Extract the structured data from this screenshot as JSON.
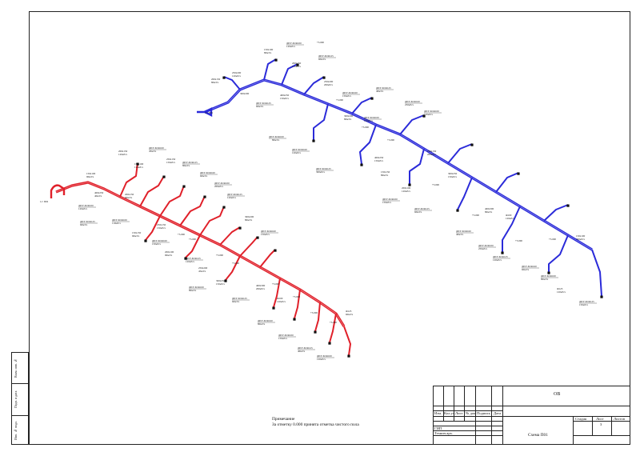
{
  "sheet": {
    "side_stamp": {
      "labels": [
        "Инв. № подл.",
        "Подп. и дата",
        "Взам. инв. №"
      ]
    },
    "stamp": {
      "doc_code": "ОВ",
      "columns": [
        "Изм.",
        "Кол.уч.",
        "Лист",
        "№ док.",
        "Подпись",
        "Дата"
      ],
      "stage_label": "Стадия",
      "sheet_label": "Лист",
      "sheets_label": "Листов",
      "sheet_number": "3",
      "role_gip": "ГИП",
      "role_tech": "Технич.арх.",
      "title": "Схема П01"
    },
    "note": {
      "heading": "Примечание",
      "text": "За отметку 0.000 принята отметка чистого пола"
    }
  },
  "blue_system": {
    "color": "#2b2bd9",
    "intake_label": "1/с П01",
    "terminal_labels": [
      "ДПУ-М Ф100",
      "ДПУ-М Ф125",
      "ДПУ-М Ф160",
      "ДПУ-М Ф100",
      "ДПУ-М Ф125",
      "ДПУ-М Ф160",
      "ДПУ-М Ф100",
      "ДПУ-М Ф125",
      "ДПУ-М Ф100",
      "ДПУ-М Ф160",
      "ДПУ-М Ф125",
      "ДПУ-М Ф100",
      "ДПУ-М Ф125",
      "ДПУ-М Ф160"
    ],
    "flow_labels": [
      "80м3/ч",
      "120м3/ч",
      "150м3/ч",
      "60м3/ч",
      "200м3/ч",
      "150м3/ч",
      "80м3/ч",
      "120м3/ч",
      "40м3/ч",
      "250м3/ч",
      "120м3/ч",
      "60м3/ч",
      "80м3/ч",
      "120м3/ч",
      "300м3/ч",
      "150м3/ч"
    ],
    "size_labels": [
      "150x100",
      "200x150",
      "250x200",
      "300x200",
      "400x250",
      "150x150",
      "200x100",
      "250x150",
      "300x250",
      "400x300",
      "Ф100",
      "Ф125"
    ],
    "elevation_labels": [
      "+3.000",
      "+3.000",
      "+3.000",
      "+3.000",
      "+3.000",
      "+3.000",
      "+3.000",
      "+3.000"
    ]
  },
  "red_system": {
    "color": "#e0202a",
    "intake_label": "1/с П02",
    "terminal_labels": [
      "ДПУ-М Ф100",
      "ДПУ-М Ф125",
      "ДПУ-М Ф160",
      "ДПУ-М Ф100",
      "ДПУ-М Ф125",
      "ДПУ-М Ф160",
      "ДПУ-М Ф100",
      "ДПУ-М Ф125",
      "ДПУ-М Ф100",
      "ДПУ-М Ф160",
      "ДПУ-М Ф125",
      "ДПУ-М Ф100",
      "ДПУ-М Ф125",
      "ДПУ-М Ф160",
      "ДПУ-М Ф100",
      "ДПУ-М Ф125"
    ],
    "flow_labels": [
      "90м3/ч",
      "120м3/ч",
      "45м3/ч",
      "150м3/ч",
      "80м3/ч",
      "60м3/ч",
      "200м3/ч",
      "120м3/ч",
      "80м3/ч",
      "150м3/ч",
      "40м3/ч",
      "120м3/ч",
      "60м3/ч",
      "110м3/ч",
      "90м3/ч",
      "150м3/ч"
    ],
    "size_labels": [
      "150x100",
      "200x150",
      "250x150",
      "300x200",
      "400x250",
      "150x150",
      "200x100",
      "250x200",
      "300x250",
      "400x300",
      "Ф100",
      "Ф125"
    ],
    "elevation_labels": [
      "+3.000",
      "+3.000",
      "+3.000",
      "+3.000",
      "+3.000",
      "+3.000",
      "+3.000",
      "+3.000"
    ]
  }
}
